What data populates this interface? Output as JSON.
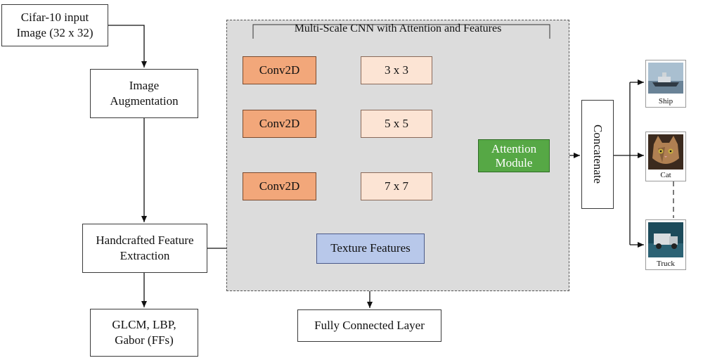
{
  "input_box": "Cifar-10 input\nImage (32 x 32)",
  "augmentation_box": "Image\nAugmentation",
  "handcrafted_box": "Handcrafted Feature\nExtraction",
  "features_box": "GLCM, LBP,\nGabor (FFs)",
  "multiscale": {
    "title": "Multi-Scale CNN with Attention and Features",
    "branches": [
      {
        "conv": "Conv2D",
        "kernel": "3 x 3"
      },
      {
        "conv": "Conv2D",
        "kernel": "5 x 5"
      },
      {
        "conv": "Conv2D",
        "kernel": "7 x 7"
      }
    ],
    "texture": "Texture Features",
    "attention": "Attention\nModule"
  },
  "fully_connected": "Fully Connected Layer",
  "concatenate": "Concatenate",
  "outputs": [
    "Ship",
    "Cat",
    "Truck"
  ],
  "colors": {
    "conv": "#f2a77a",
    "kernel": "#fce4d4",
    "texture": "#b8c8ea",
    "attention": "#56a845",
    "region": "#dcdcdc"
  }
}
